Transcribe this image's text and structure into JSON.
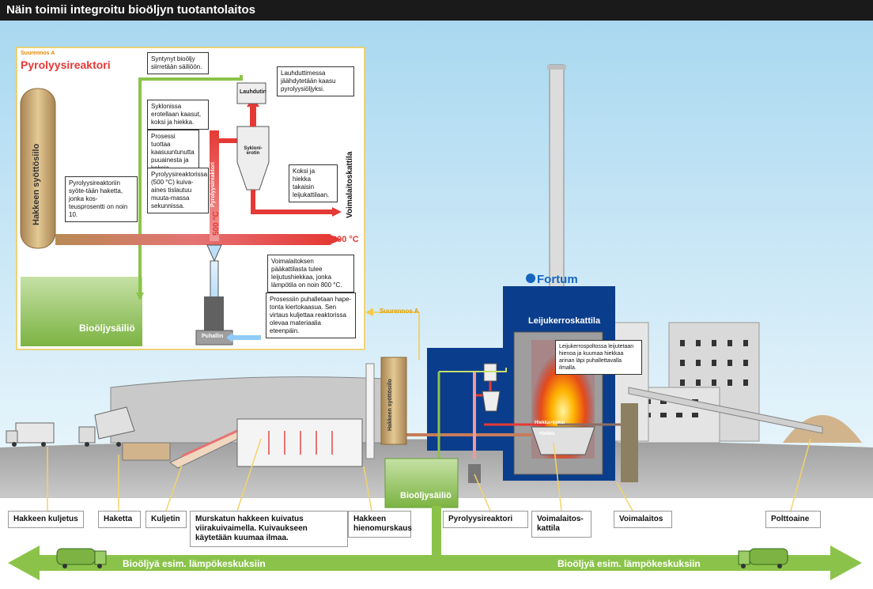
{
  "title": "Näin toimii integroitu bioöljyn tuotantolaitos",
  "inset": {
    "tag": "Suurennos A",
    "heading": "Pyrolyysireaktori",
    "silo_label": "Hakkeen syöttösiilo",
    "tank_label": "Bioöljysäiliö",
    "blower_label": "Puhallin",
    "condenser_label": "Lauhdutin",
    "cyclone_label": "Sykloni-erotin",
    "reactor_label": "Pyrolyysireaktori",
    "boiler_label": "Voimalaitoskattila",
    "temp_reactor": "500 °C",
    "temp_sand": "800 °C",
    "callouts": {
      "oil_moved": "Syntynyt bioöljy siirretään säiliöön.",
      "condenser": "Lauhduttimessa jäähdytetään kaasu pyrolyysiöljyksi.",
      "cyclone": "Syklonissa erotellaan kaasut, koksi ja hiekka.",
      "process": "Prosessi tuottaa kaasuuntunutta puuainesta ja koksia.",
      "reactor": "Pyrolyysireaktorissa (500 °C) kuiva-aines tislautuu muuta-massa sekunnissa.",
      "feed": "Pyrolyysireaktoriin syöte-tään haketta, jonka kos-teusprosentti on noin 10.",
      "coke_back": "Koksi ja hiekka takaisin leijukattilaan.",
      "sand_in": "Voimalaitoksen pääkattilasta tulee leijutushiekkaa, jonka lämpötila on noin 800 °C.",
      "blown": "Prosessiin puhalletaan hape-tonta kiertokaasua. Sen virtaus kuljettaa reaktorissa olevaa materiaalia eteenpäin."
    }
  },
  "plant": {
    "suurennos_tag": "Suurennos A",
    "brand": "Fortum",
    "boiler_title": "Leijukerroskattila",
    "boiler_callout": "Leijukerrospoltossa leijutetaan hienoa ja kuumaa hiekkaa arinan läpi puhallettavalla ilmalla.",
    "coke_label": "Hiekka+koksi",
    "sand_label": "Hiekka",
    "silo_label": "Hakkeen syöttösiilo",
    "tank_label": "Bioöljysäiliö"
  },
  "bottom_labels": {
    "transport": "Hakkeen kuljetus",
    "chips": "Haketta",
    "conveyor": "Kuljetin",
    "drying": "Murskatun hakkeen kuivatus viirakuivaimella. Kuivaukseen käytetään kuumaa ilmaa.",
    "grinding": "Hakkeen hienomurskaus",
    "reactor": "Pyrolyysireaktori",
    "boiler": "Voimalaitos-kattila",
    "plant": "Voimalaitos",
    "fuel": "Polttoaine"
  },
  "arrows": {
    "left": "Bioöljyä esim. lämpökeskuksiin",
    "right": "Bioöljyä esim. lämpökeskuksiin"
  },
  "colors": {
    "sky": "#bfe3f5",
    "boiler_blue": "#0a3d8c",
    "green": "#8bc34a",
    "silo_tan": "#c9a86a",
    "hot_red": "#e53935",
    "cool_blue": "#64b5f6"
  }
}
